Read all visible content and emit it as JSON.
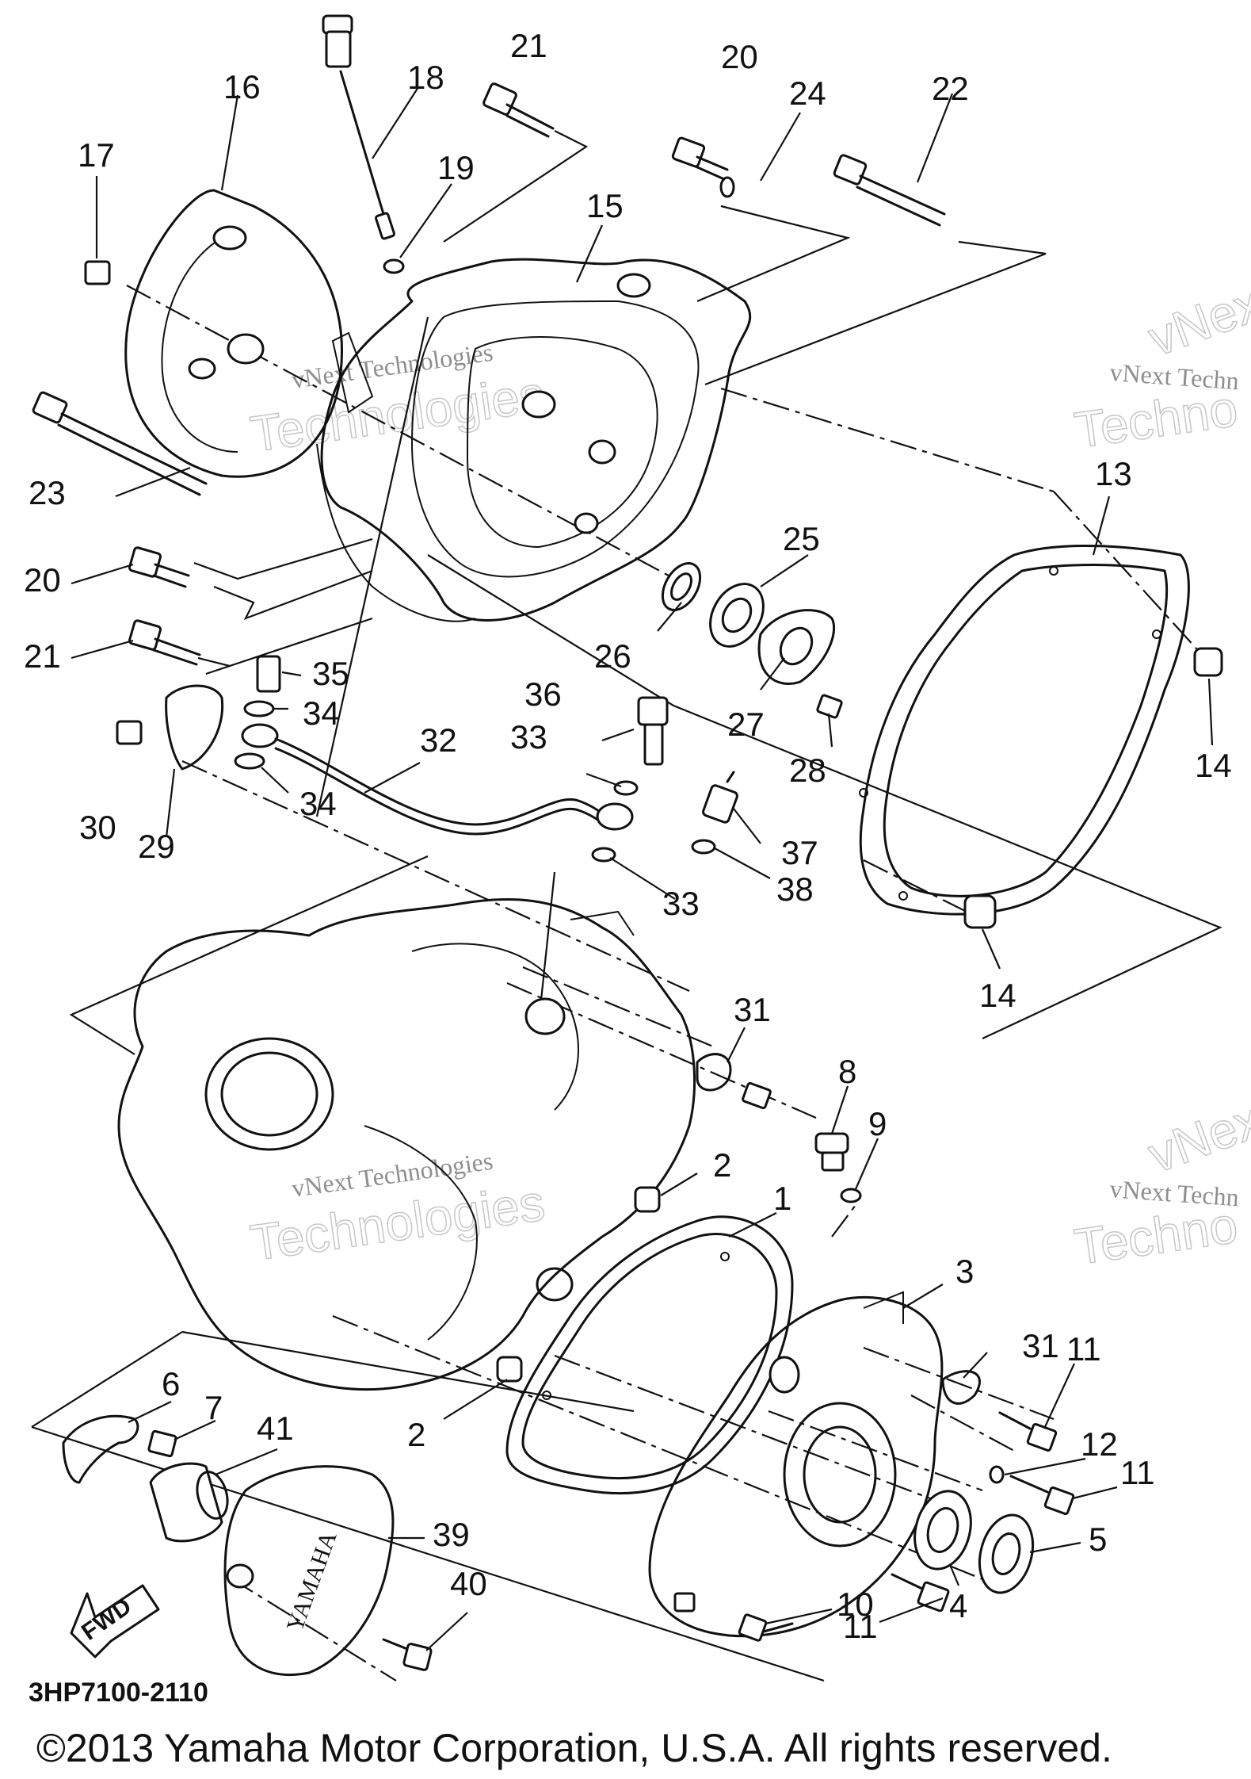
{
  "diagram": {
    "callouts": [
      {
        "id": "c1",
        "label": "1"
      },
      {
        "id": "c2a",
        "label": "2"
      },
      {
        "id": "c2b",
        "label": "2"
      },
      {
        "id": "c3",
        "label": "3"
      },
      {
        "id": "c4",
        "label": "4"
      },
      {
        "id": "c5",
        "label": "5"
      },
      {
        "id": "c6",
        "label": "6"
      },
      {
        "id": "c7",
        "label": "7"
      },
      {
        "id": "c8",
        "label": "8"
      },
      {
        "id": "c9",
        "label": "9"
      },
      {
        "id": "c10",
        "label": "10"
      },
      {
        "id": "c11a",
        "label": "11"
      },
      {
        "id": "c11b",
        "label": "11"
      },
      {
        "id": "c11c",
        "label": "11"
      },
      {
        "id": "c12",
        "label": "12"
      },
      {
        "id": "c13",
        "label": "13"
      },
      {
        "id": "c14a",
        "label": "14"
      },
      {
        "id": "c14b",
        "label": "14"
      },
      {
        "id": "c15",
        "label": "15"
      },
      {
        "id": "c16",
        "label": "16"
      },
      {
        "id": "c17",
        "label": "17"
      },
      {
        "id": "c18",
        "label": "18"
      },
      {
        "id": "c19",
        "label": "19"
      },
      {
        "id": "c20a",
        "label": "20"
      },
      {
        "id": "c20b",
        "label": "20"
      },
      {
        "id": "c21a",
        "label": "21"
      },
      {
        "id": "c21b",
        "label": "21"
      },
      {
        "id": "c22",
        "label": "22"
      },
      {
        "id": "c23",
        "label": "23"
      },
      {
        "id": "c24",
        "label": "24"
      },
      {
        "id": "c25",
        "label": "25"
      },
      {
        "id": "c26",
        "label": "26"
      },
      {
        "id": "c27",
        "label": "27"
      },
      {
        "id": "c28",
        "label": "28"
      },
      {
        "id": "c29",
        "label": "29"
      },
      {
        "id": "c30",
        "label": "30"
      },
      {
        "id": "c31a",
        "label": "31"
      },
      {
        "id": "c31b",
        "label": "31"
      },
      {
        "id": "c32",
        "label": "32"
      },
      {
        "id": "c33a",
        "label": "33"
      },
      {
        "id": "c33b",
        "label": "33"
      },
      {
        "id": "c34a",
        "label": "34"
      },
      {
        "id": "c34b",
        "label": "34"
      },
      {
        "id": "c35",
        "label": "35"
      },
      {
        "id": "c36",
        "label": "36"
      },
      {
        "id": "c37",
        "label": "37"
      },
      {
        "id": "c38",
        "label": "38"
      },
      {
        "id": "c39",
        "label": "39"
      },
      {
        "id": "c40",
        "label": "40"
      },
      {
        "id": "c41",
        "label": "41"
      }
    ],
    "diagram_code": "3HP7100-2110",
    "fwd_label": "FWD",
    "cover_brand": "YAMAHA",
    "copyright": "©2013 Yamaha Motor Corporation, U.S.A. All rights reserved.",
    "watermarks": {
      "small_full": "vNext Technologies",
      "small_cut": "vNext Techn",
      "big_full": "Technologies",
      "big_cut": "Techno",
      "vnext_cut": "vNex"
    }
  }
}
